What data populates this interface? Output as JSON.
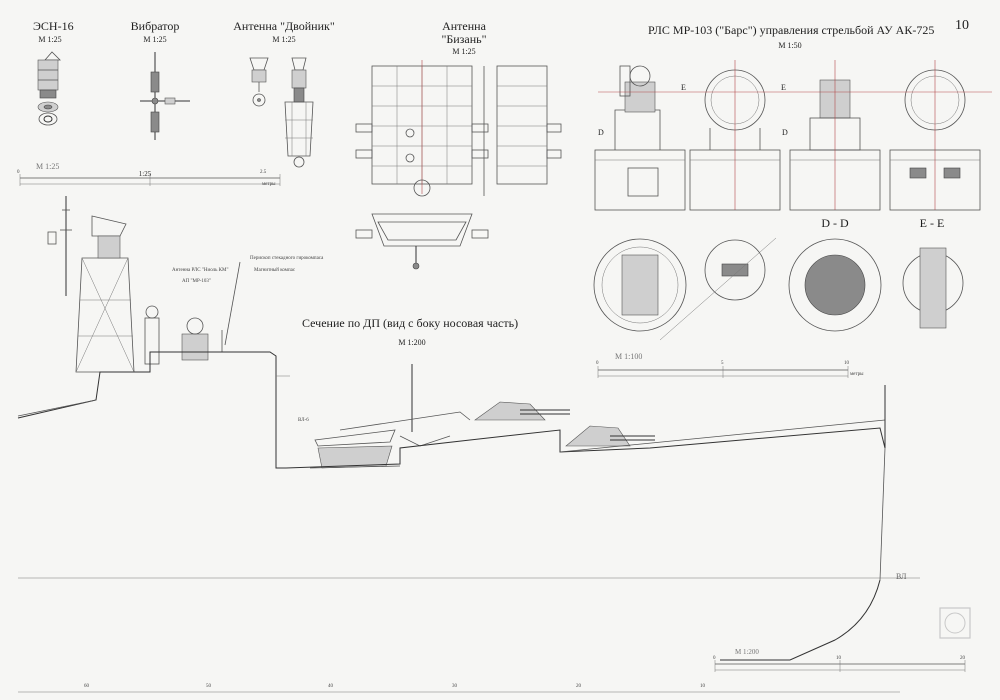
{
  "page_number": "10",
  "titles": {
    "esn": "ЭСН-16",
    "vibrator": "Вибратор",
    "dvoinik": "Антенна \"Двойник\"",
    "bizan_line1": "Антенна",
    "bizan_line2": "\"Бизань\"",
    "rls": "РЛС МР-103 (\"Барс\") управления стрельбой АУ АК-725",
    "section": "Сечение по ДП  (вид с боку носовая часть)"
  },
  "scales": {
    "esn": "М 1:25",
    "vibrator": "М 1:25",
    "dvoinik": "М 1:25",
    "bizan": "М 1:25",
    "rls": "М 1:50",
    "section": "М 1:200",
    "bar_left_label": "М 1:25",
    "bar_left_mid": "1:25",
    "bar_left_end": "2.5",
    "bar_left_units": "метры",
    "bar_rls_label": "М 1:100",
    "bar_rls_units": "метры",
    "bar_bottom_label": "М 1:200"
  },
  "scale_ticks": {
    "left_start": "0",
    "rls": [
      "0",
      "5",
      "10"
    ],
    "bottom": [
      "0",
      "10",
      "20"
    ],
    "frames": [
      "60",
      "50",
      "40",
      "30",
      "20",
      "10"
    ]
  },
  "section_labels": {
    "d_left": "D",
    "d_right": "D",
    "e_left": "E",
    "e_right": "E",
    "dd": "D - D",
    "ee": "E - E"
  },
  "annotations": {
    "periscope": "Перископ стекадного гирокомпаса",
    "antenna_rls": "Антенна РЛС \"Ниоль КМ\"",
    "ap_mr103": "АП \"МР-103\"",
    "compass": "Магнитный компас",
    "vl6": "ВЛ-6",
    "waterline": "ВЛ"
  }
}
